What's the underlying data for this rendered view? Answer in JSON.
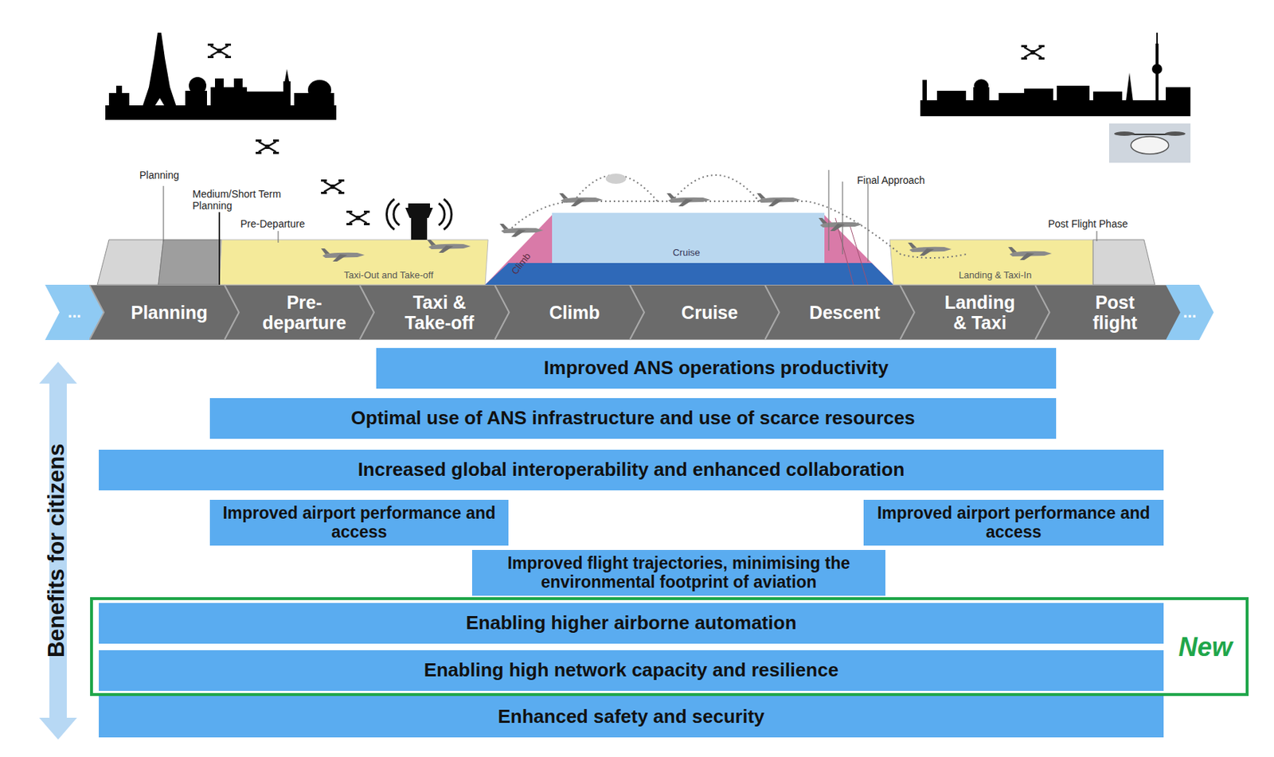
{
  "diagram": {
    "nodes": [
      {
        "text": [
          "..."
        ]
      },
      {
        "text": [
          "Planning"
        ]
      },
      {
        "text": [
          "Pre-departure"
        ]
      },
      {
        "text": [
          "Taxi & Take-off"
        ]
      },
      {
        "text": [
          "Climb"
        ]
      },
      {
        "text": [
          "Cruise"
        ]
      },
      {
        "text": [
          "Descent"
        ]
      },
      {
        "text": [
          "Landing & Taxi"
        ]
      },
      {
        "text": [
          "Post flight"
        ]
      },
      {
        "text": [
          "..."
        ]
      },
      {
        "text": [
          "Improved ANS operations productivity"
        ]
      },
      {
        "text": [
          "Optimal use of ANS infrastructure and use of scarce resources"
        ]
      },
      {
        "text": [
          "Increased global interoperability and enhanced collaboration"
        ]
      },
      {
        "text": [
          "Improved airport performance and access"
        ]
      },
      {
        "text": [
          "Improved airport performance and access"
        ]
      },
      {
        "text": [
          "Improved flight trajectories, minimising the environmental footprint of aviation"
        ]
      },
      {
        "text": [
          "Enabling higher airborne automation"
        ]
      },
      {
        "text": [
          "Enabling high network capacity and resilience"
        ]
      },
      {
        "text": [
          "Enhanced safety and security"
        ]
      }
    ],
    "labels": [
      "Planning",
      "Medium/Short Term Planning",
      "Pre-Departure",
      "Taxi-Out and Take-off",
      "Climb",
      "Cruise",
      "Final Approach",
      "Landing & Taxi-In",
      "Post Flight Phase",
      "Benefits for citizens",
      "New"
    ]
  }
}
